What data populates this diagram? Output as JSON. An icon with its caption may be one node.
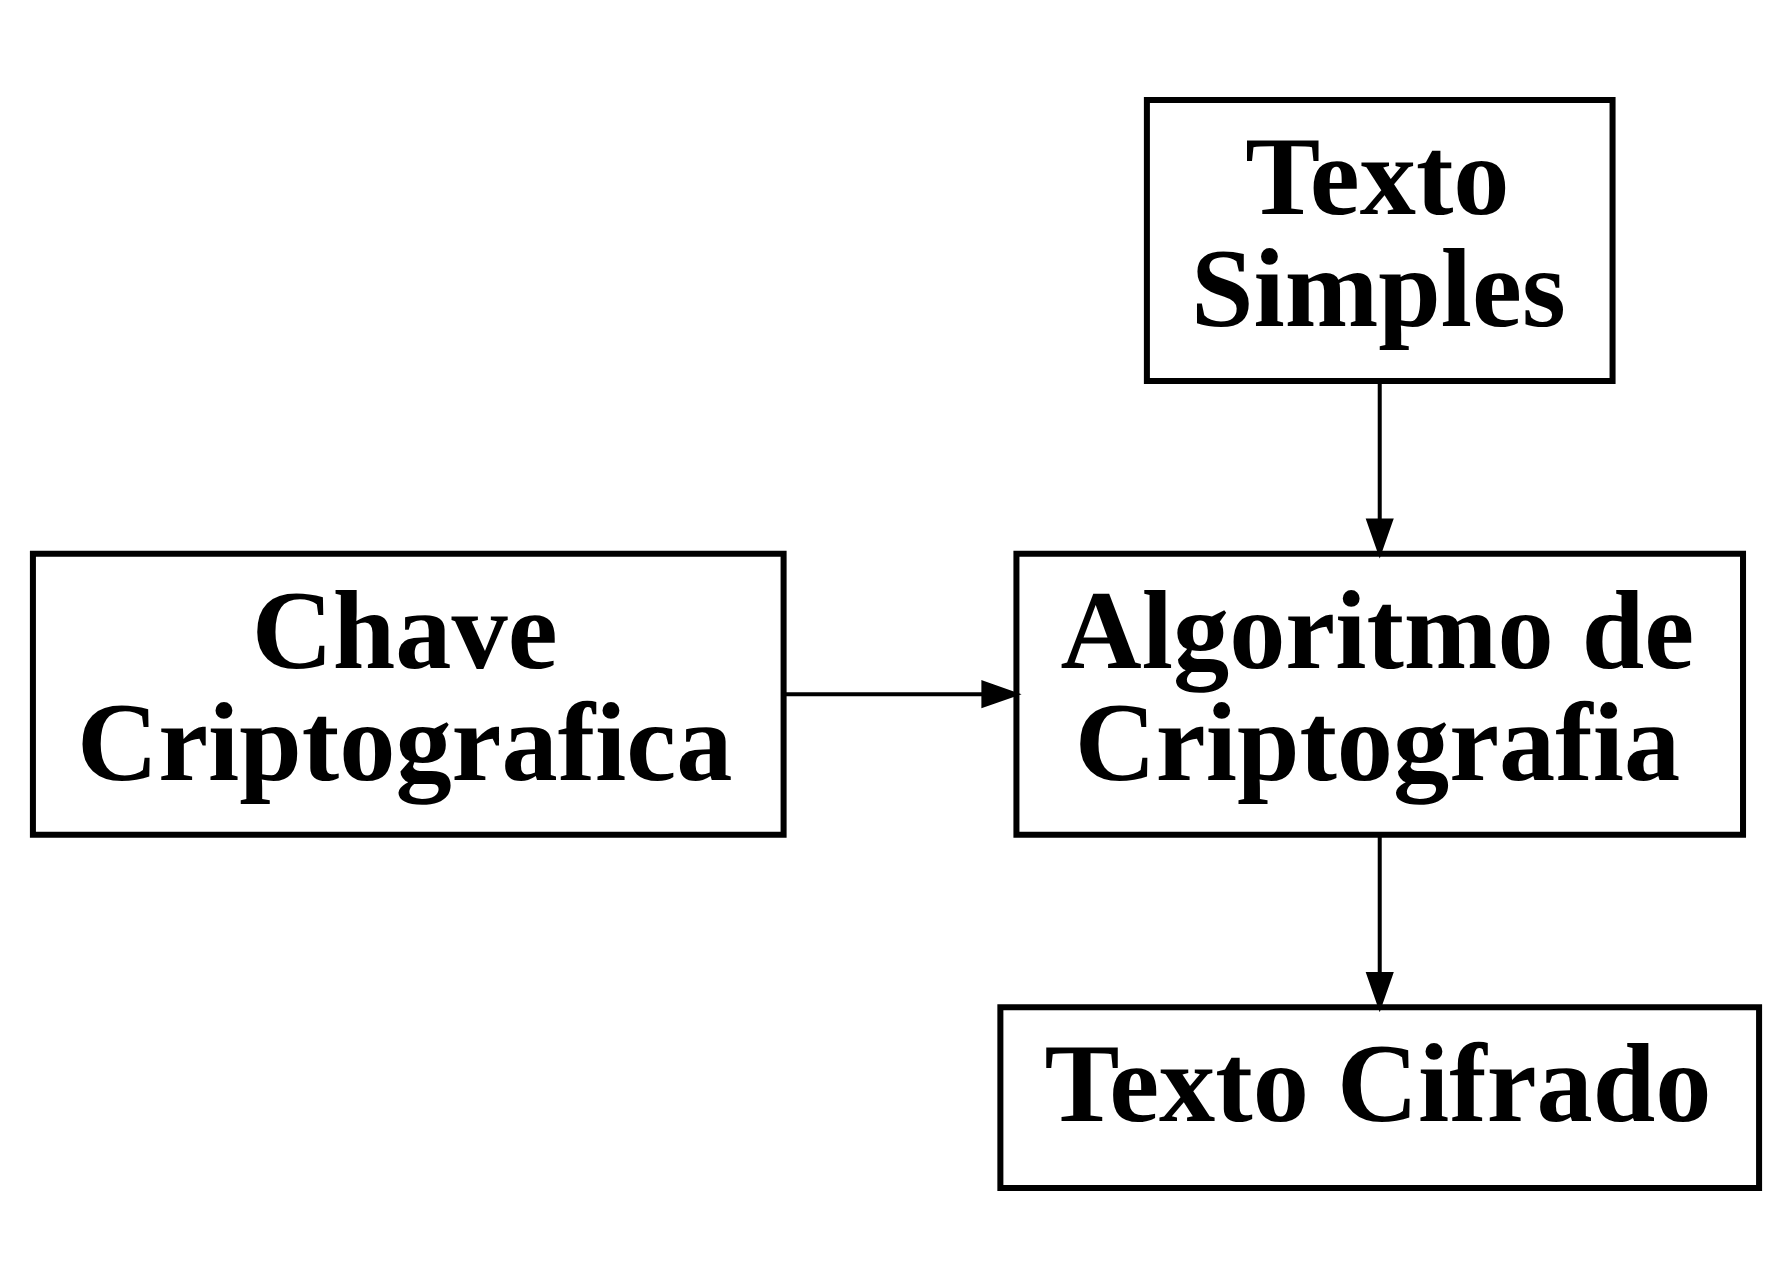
{
  "diagram": {
    "nodes": [
      {
        "text": [
          "Texto Simples"
        ]
      },
      {
        "text": [
          "Algoritmo de Criptografia"
        ]
      },
      {
        "text": [
          "Chave Criptografica"
        ]
      },
      {
        "text": [
          "Texto Cifrado"
        ]
      }
    ],
    "edges": [
      {
        "from": 0,
        "to": 1,
        "arrow": "to"
      },
      {
        "from": 2,
        "to": 1,
        "arrow": "to"
      },
      {
        "from": 1,
        "to": 3,
        "arrow": "to"
      }
    ]
  }
}
